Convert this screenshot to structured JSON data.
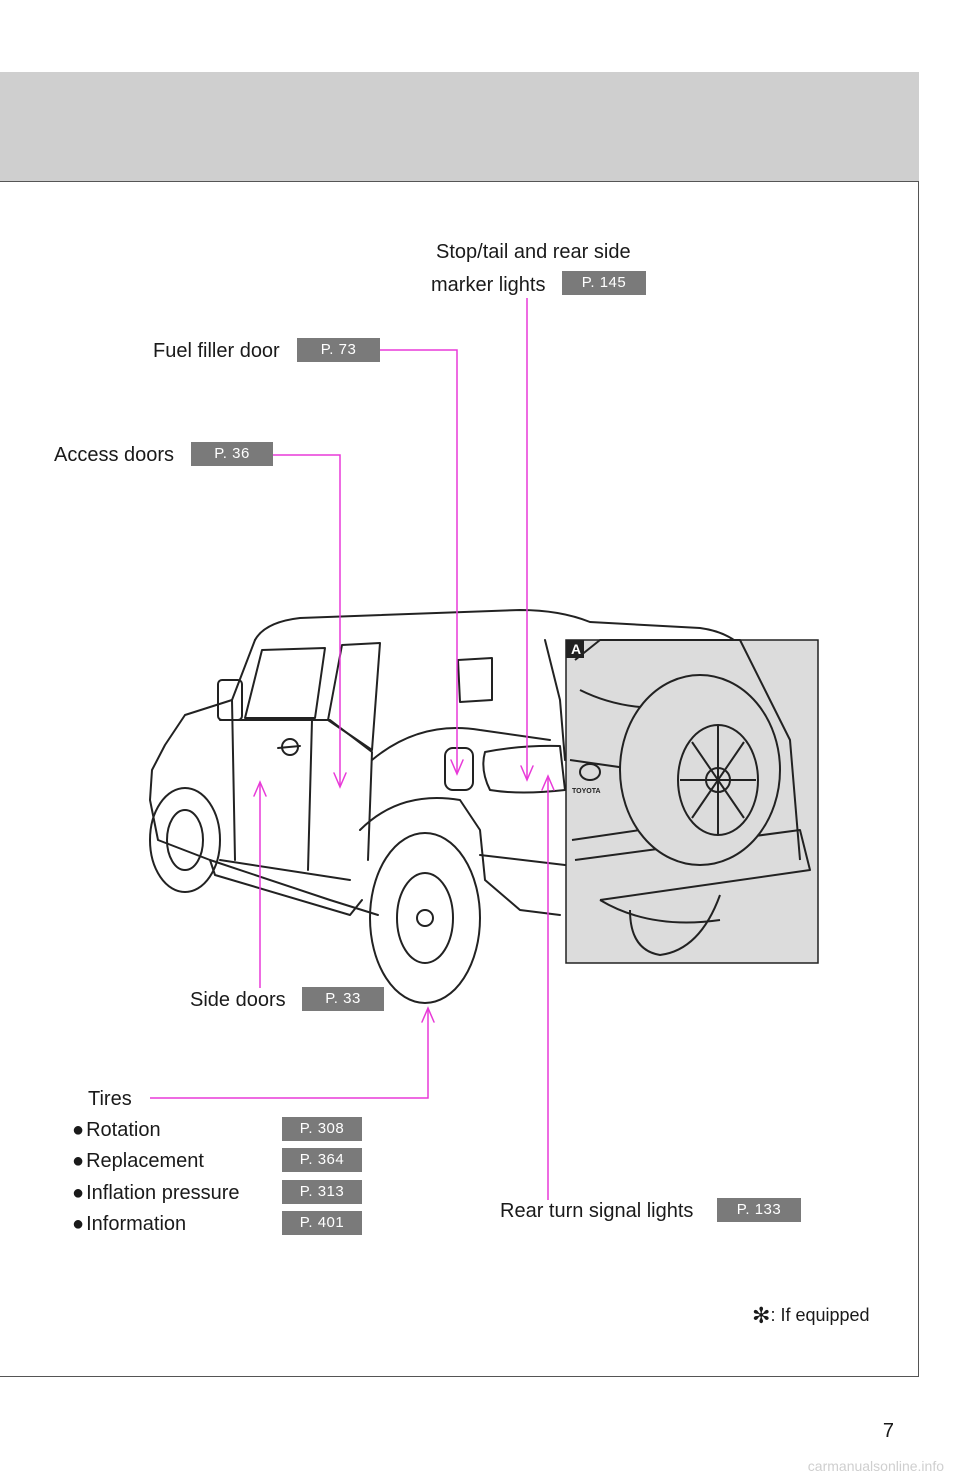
{
  "labels": {
    "stop_tail": {
      "line1": "Stop/tail and rear side",
      "line2": "marker lights",
      "page": "P. 145"
    },
    "fuel_filler": {
      "text": "Fuel filler door",
      "page": "P. 73"
    },
    "access_doors": {
      "text": "Access doors",
      "page": "P. 36"
    },
    "side_doors": {
      "text": "Side doors",
      "page": "P. 33"
    },
    "rear_turn": {
      "text": "Rear turn signal lights",
      "page": "P. 133"
    },
    "tires": {
      "title": "Tires",
      "items": [
        {
          "text": "Rotation",
          "page": "P. 308"
        },
        {
          "text": "Replacement",
          "page": "P. 364"
        },
        {
          "text": "Inflation pressure",
          "page": "P. 313"
        },
        {
          "text": "Information",
          "page": "P. 401"
        }
      ]
    }
  },
  "inset_tag": "A",
  "vehicle_badge": "TOYOTA",
  "note": {
    "symbol": "✻",
    "text": ": If equipped"
  },
  "page_number": "7",
  "watermark": "carmanualsonline.info",
  "colors": {
    "callout": "#e83ad8",
    "badge": "#7a7a7a",
    "header": "#cfcfcf"
  }
}
